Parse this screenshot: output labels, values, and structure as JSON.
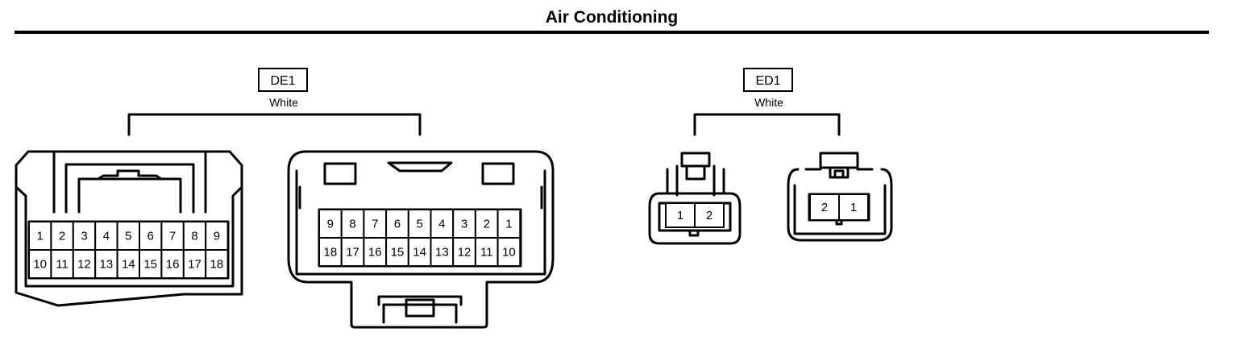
{
  "title": "Air Conditioning",
  "connectors": [
    {
      "id": "DE1",
      "color": "White",
      "male_pins": [
        "1",
        "2",
        "3",
        "4",
        "5",
        "6",
        "7",
        "8",
        "9",
        "10",
        "11",
        "12",
        "13",
        "14",
        "15",
        "16",
        "17",
        "18"
      ],
      "female_pins": [
        "9",
        "8",
        "7",
        "6",
        "5",
        "4",
        "3",
        "2",
        "1",
        "18",
        "17",
        "16",
        "15",
        "14",
        "13",
        "12",
        "11",
        "10"
      ]
    },
    {
      "id": "ED1",
      "color": "White",
      "male_pins": [
        "1",
        "2"
      ],
      "female_pins": [
        "2",
        "1"
      ]
    }
  ]
}
